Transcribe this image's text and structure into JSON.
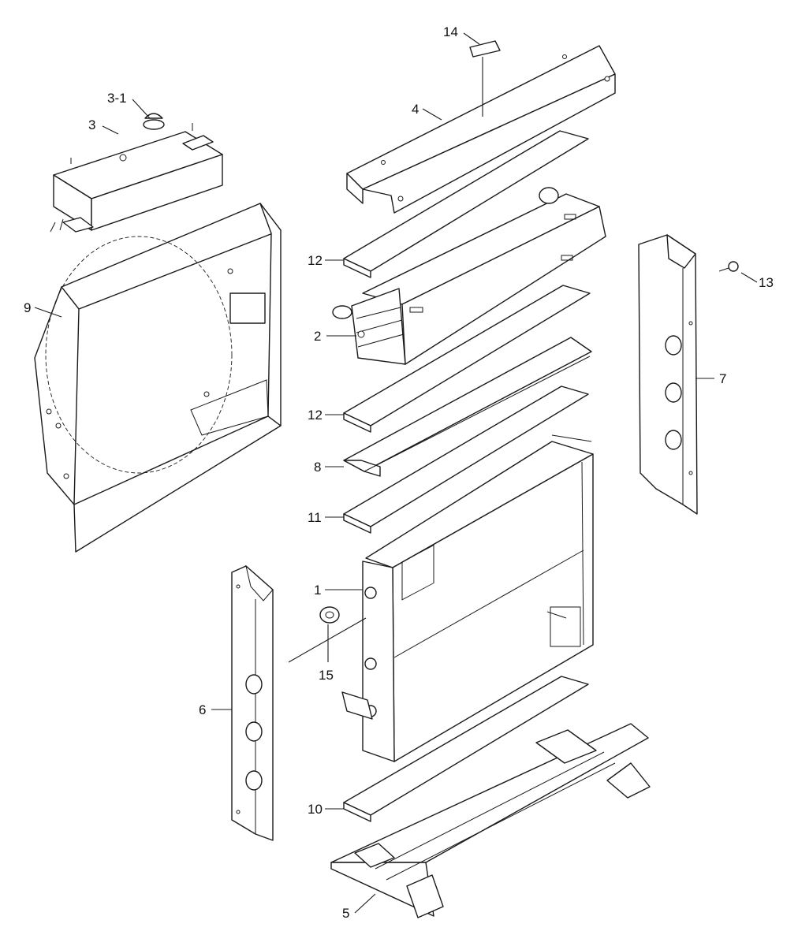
{
  "callouts": [
    {
      "id": "c14",
      "label": "14"
    },
    {
      "id": "c3-1",
      "label": "3-1"
    },
    {
      "id": "c4",
      "label": "4"
    },
    {
      "id": "c3",
      "label": "3"
    },
    {
      "id": "c12a",
      "label": "12"
    },
    {
      "id": "c13",
      "label": "13"
    },
    {
      "id": "c9",
      "label": "9"
    },
    {
      "id": "c2",
      "label": "2"
    },
    {
      "id": "c7",
      "label": "7"
    },
    {
      "id": "c12b",
      "label": "12"
    },
    {
      "id": "c8",
      "label": "8"
    },
    {
      "id": "c11",
      "label": "11"
    },
    {
      "id": "c1",
      "label": "1"
    },
    {
      "id": "c15",
      "label": "15"
    },
    {
      "id": "c6",
      "label": "6"
    },
    {
      "id": "c10",
      "label": "10"
    },
    {
      "id": "c5",
      "label": "5"
    }
  ]
}
